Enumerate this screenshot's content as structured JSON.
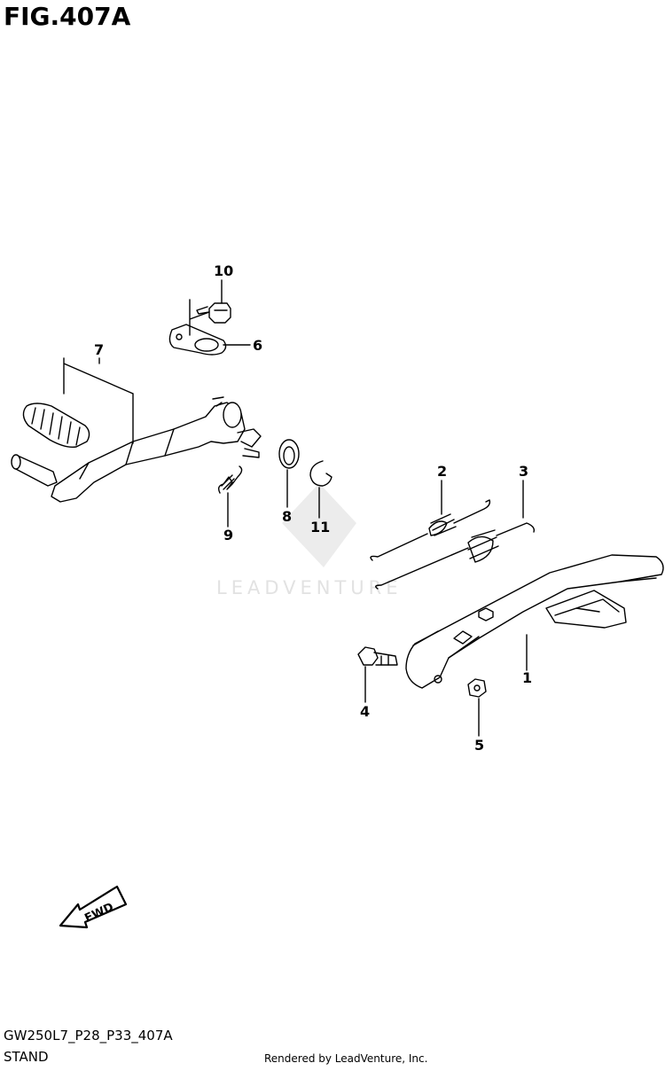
{
  "figure": {
    "title": "FIG.407A",
    "code": "GW250L7_P28_P33_407A",
    "name": "STAND",
    "credit": "Rendered by LeadVenture, Inc."
  },
  "watermark": {
    "text": "LEADVENTURE"
  },
  "direction_marker": {
    "text": "FWD"
  },
  "callouts": {
    "c1": "1",
    "c2": "2",
    "c3": "3",
    "c4": "4",
    "c5": "5",
    "c6": "6",
    "c7": "7",
    "c8": "8",
    "c9": "9",
    "c10": "10",
    "c11": "11"
  },
  "colors": {
    "line": "#000000",
    "background": "#ffffff",
    "watermark": "#e2e2e2"
  }
}
